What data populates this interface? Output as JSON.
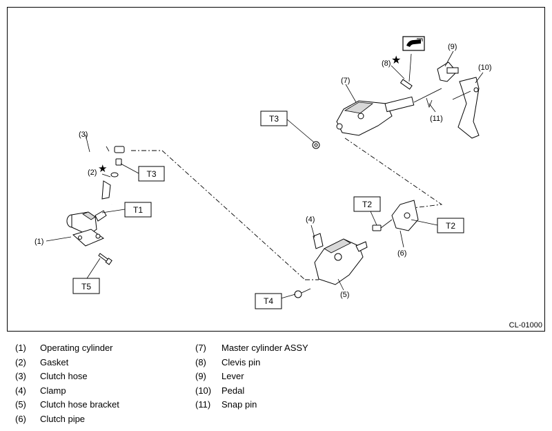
{
  "figure_code": "CL-01000",
  "callouts": {
    "c1": "(1)",
    "c2": "(2)",
    "c3": "(3)",
    "c4": "(4)",
    "c5": "(5)",
    "c6": "(6)",
    "c7": "(7)",
    "c8": "(8)",
    "c9": "(9)",
    "c10": "(10)",
    "c11": "(11)"
  },
  "torque_labels": {
    "t1": "T1",
    "t2a": "T2",
    "t2b": "T2",
    "t3a": "T3",
    "t3b": "T3",
    "t4": "T4",
    "t5": "T5"
  },
  "star_symbol": "★",
  "icons": [
    "grease-icon",
    "star-icon"
  ],
  "legend": [
    {
      "num": "(1)",
      "name": "Operating cylinder"
    },
    {
      "num": "(2)",
      "name": "Gasket"
    },
    {
      "num": "(3)",
      "name": "Clutch hose"
    },
    {
      "num": "(4)",
      "name": "Clamp"
    },
    {
      "num": "(5)",
      "name": "Clutch hose bracket"
    },
    {
      "num": "(6)",
      "name": "Clutch pipe"
    },
    {
      "num": "(7)",
      "name": "Master cylinder ASSY"
    },
    {
      "num": "(8)",
      "name": "Clevis pin"
    },
    {
      "num": "(9)",
      "name": "Lever"
    },
    {
      "num": "(10)",
      "name": "Pedal"
    },
    {
      "num": "(11)",
      "name": "Snap pin"
    }
  ]
}
